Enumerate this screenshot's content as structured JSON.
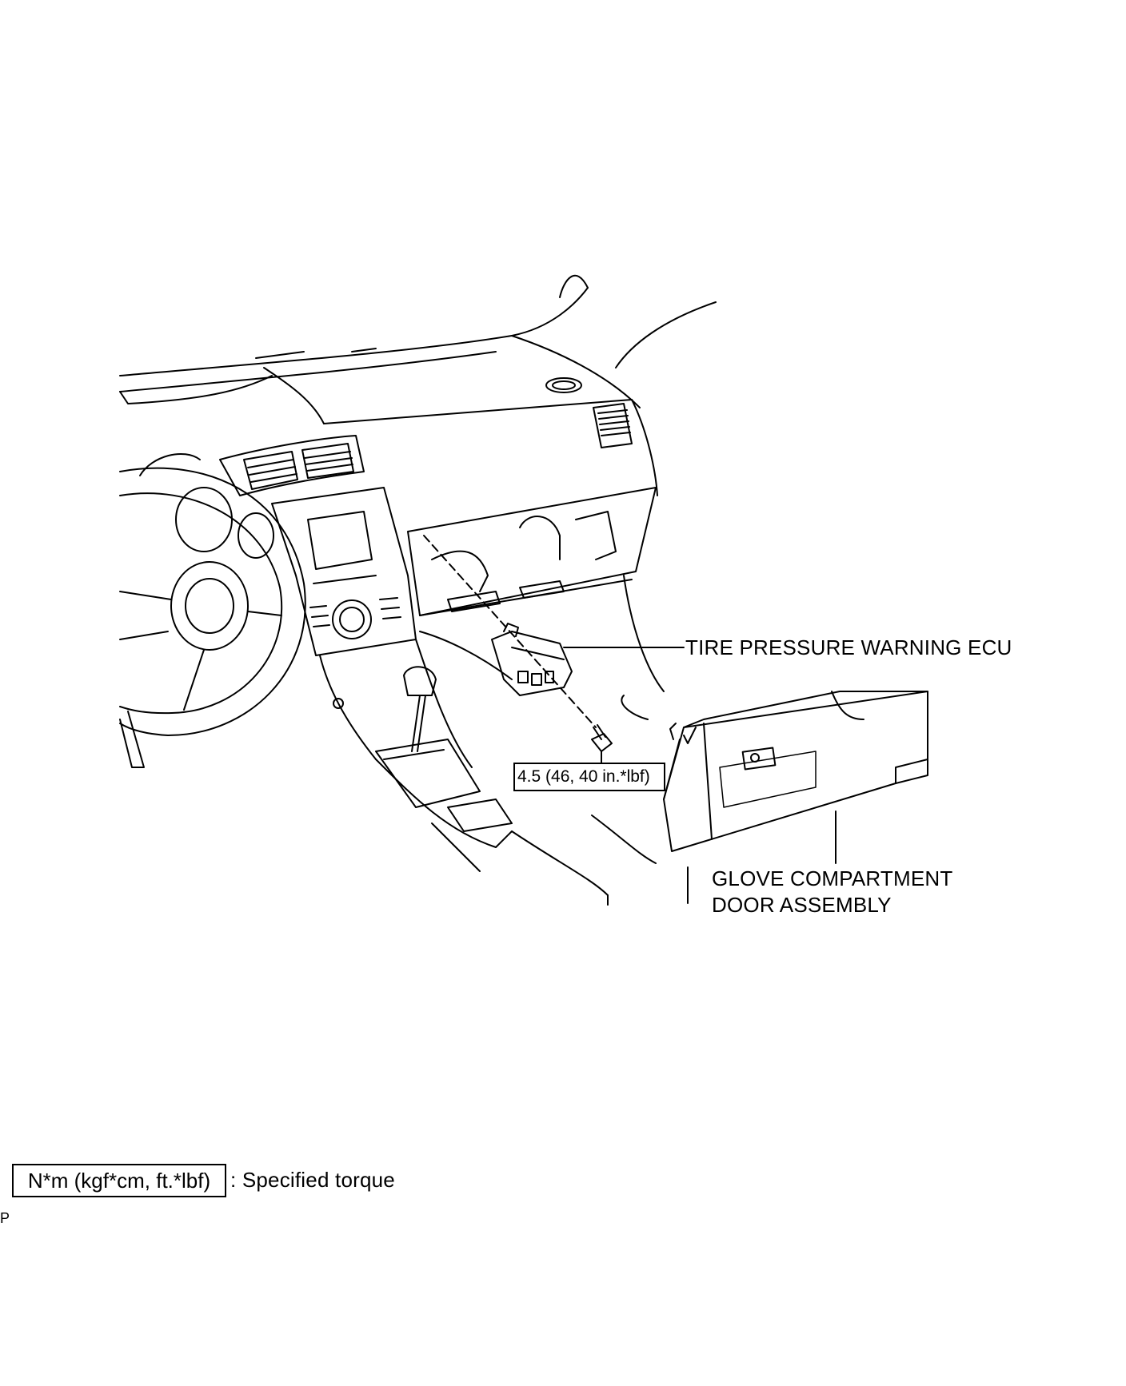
{
  "labels": {
    "ecu": "TIRE PRESSURE WARNING ECU",
    "torque_value": "4.5 (46, 40 in.*lbf)",
    "glove_line1": "GLOVE COMPARTMENT",
    "glove_line2": "DOOR ASSEMBLY"
  },
  "legend": {
    "units": "N*m (kgf*cm, ft.*lbf)",
    "description": ": Specified torque"
  },
  "corner_code": "P"
}
